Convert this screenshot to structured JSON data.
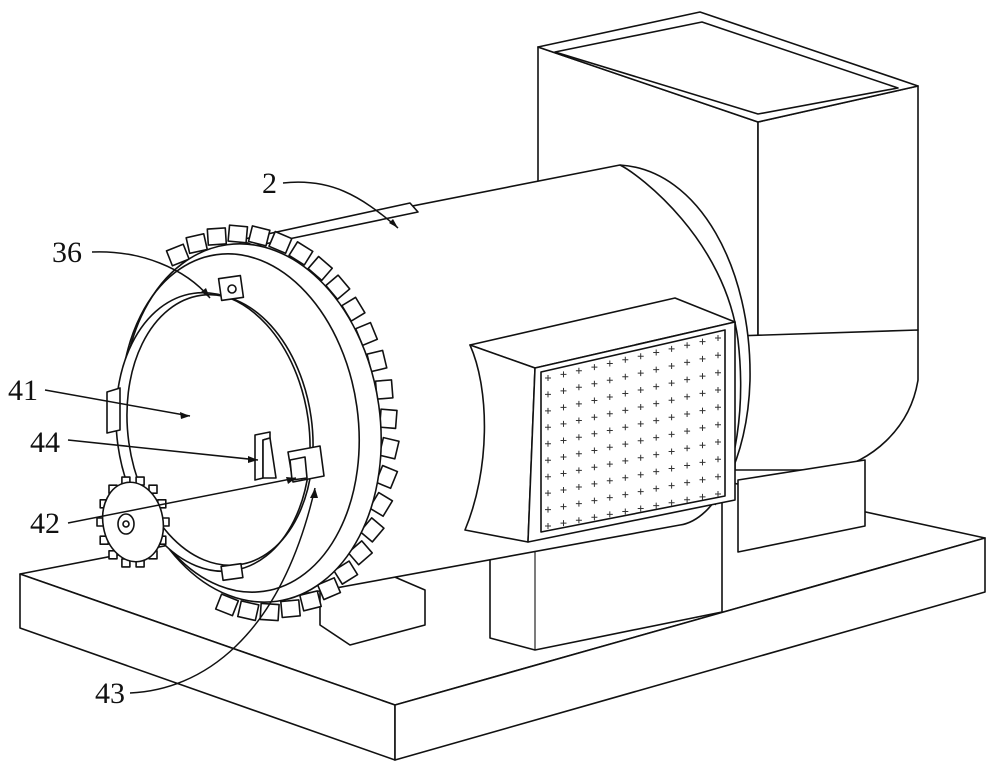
{
  "labels": {
    "l2": "2",
    "l36": "36",
    "l41": "41",
    "l44": "44",
    "l42": "42",
    "l43": "43"
  },
  "colors": {
    "line": "#111111",
    "background": "#ffffff"
  }
}
